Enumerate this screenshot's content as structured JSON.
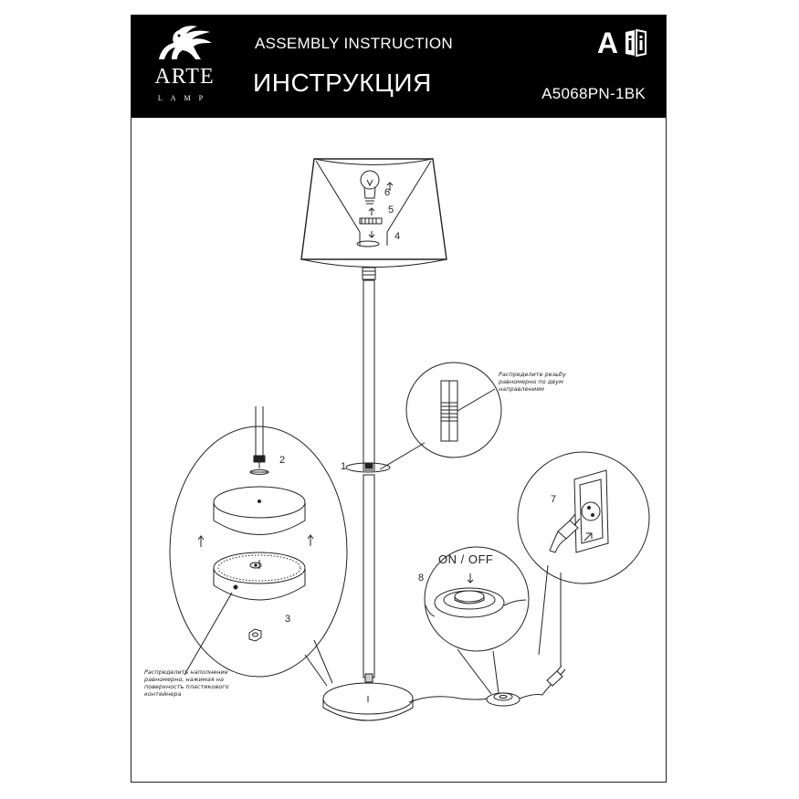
{
  "header": {
    "brand_name": "ARTE",
    "brand_sub": "LAMP",
    "title_en": "ASSEMBLY INSTRUCTION",
    "title_ru": "ИНСТРУКЦИЯ",
    "model": "A5068PN-1BK",
    "lang_letter": "A",
    "icons": [
      "griffin-logo-icon",
      "manual-book-icon"
    ]
  },
  "steps": {
    "s1": "1",
    "s2": "2",
    "s3": "3",
    "s4": "4",
    "s5": "5",
    "s6": "6",
    "s7": "7",
    "s8": "8"
  },
  "switch_label": "ON / OFF",
  "notes": {
    "thread": "Распределите резьбу\nравномерно по двум\nнаправлениям",
    "filling": "Распределить наполнение\nравномерно, нажимая на\nповерхность пластикового\nконтейнера"
  },
  "colors": {
    "header_bg": "#000000",
    "line": "#222222",
    "paper": "#ffffff"
  }
}
